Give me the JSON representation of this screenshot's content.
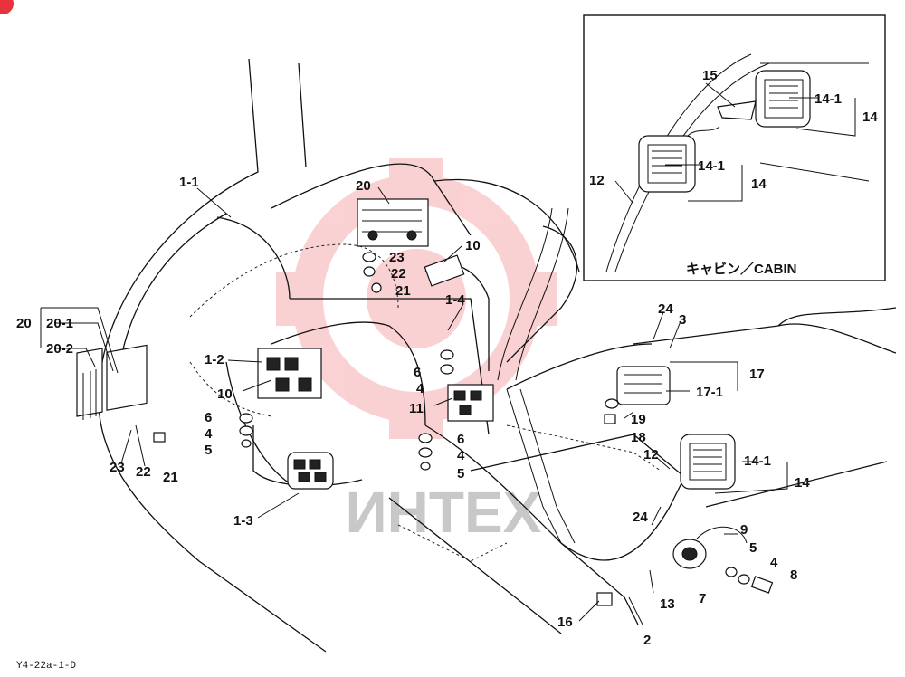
{
  "drawing_code": "Y4-22a-1-D",
  "cabin_caption": "キャビン／CABIN",
  "watermark": "ИНТЕХ",
  "callouts": {
    "c1_1": "1-1",
    "c1_2": "1-2",
    "c1_3": "1-3",
    "c1_4": "1-4",
    "c2": "2",
    "c3": "3",
    "c4_a": "4",
    "c4_b": "4",
    "c4_c": "4",
    "c5_a": "5",
    "c5_b": "5",
    "c5_c": "5",
    "c6_a": "6",
    "c6_b": "6",
    "c6_c": "6",
    "c7": "7",
    "c8": "8",
    "c9": "9",
    "c10_a": "10",
    "c10_b": "10",
    "c11": "11",
    "c12_a": "12",
    "c12_b": "12",
    "c13": "13",
    "c14_a": "14",
    "c14_b": "14",
    "c14_c": "14",
    "c14_1_a": "14-1",
    "c14_1_b": "14-1",
    "c14_1_c": "14-1",
    "c15": "15",
    "c16": "16",
    "c17": "17",
    "c17_1": "17-1",
    "c18": "18",
    "c19": "19",
    "c20_a": "20",
    "c20_b": "20",
    "c20_1": "20-1",
    "c20_2": "20-2",
    "c21_a": "21",
    "c21_b": "21",
    "c22_a": "22",
    "c22_b": "22",
    "c23_a": "23",
    "c23_b": "23",
    "c24_a": "24",
    "c24_b": "24"
  }
}
